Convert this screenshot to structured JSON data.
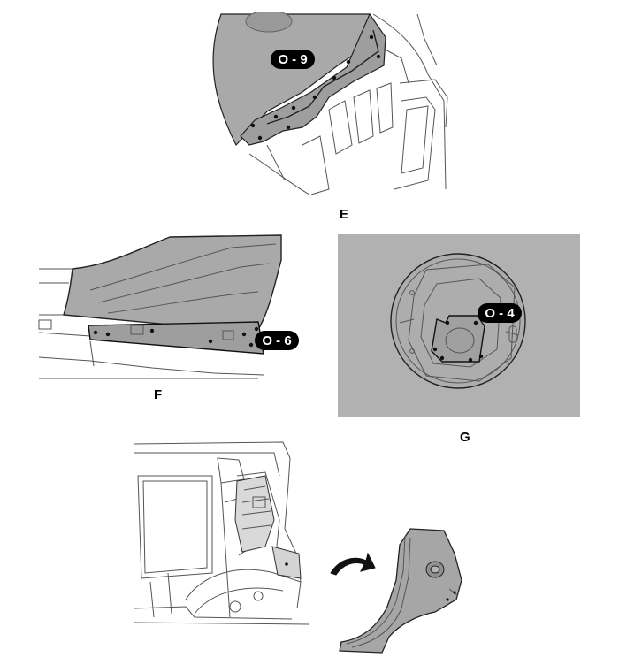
{
  "panels": {
    "e": {
      "caption": "E",
      "callout": "O - 9"
    },
    "f": {
      "caption": "F",
      "callout": "O - 6"
    },
    "g": {
      "caption": "G",
      "callout": "O - 4"
    }
  },
  "colors": {
    "panel_gray": "#a9a9a9",
    "background_gray": "#b1b1b1",
    "callout_fill": "#000000"
  }
}
